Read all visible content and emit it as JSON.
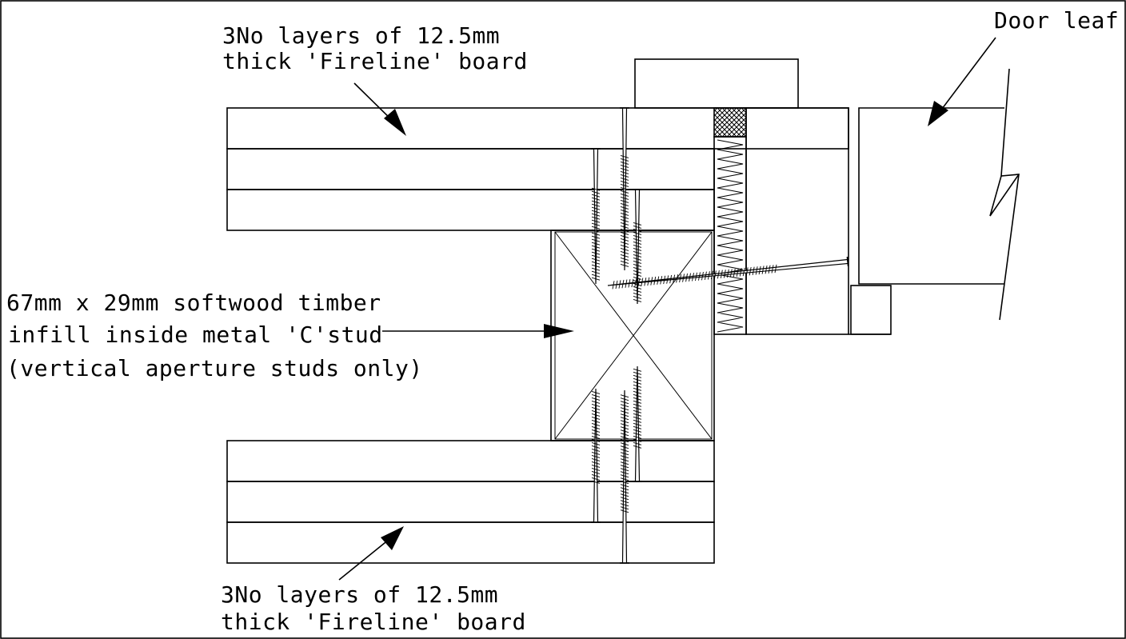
{
  "labels": {
    "top_board_line1": "3No layers of 12.5mm",
    "top_board_line2": "thick 'Fireline' board",
    "bottom_board_line1": "3No layers of 12.5mm",
    "bottom_board_line2": "thick 'Fireline' board",
    "door_leaf": "Door leaf",
    "timber_line1": "67mm x 29mm softwood timber",
    "timber_line2": "infill inside metal 'C'stud",
    "timber_line3": "(vertical aperture studs only)"
  }
}
